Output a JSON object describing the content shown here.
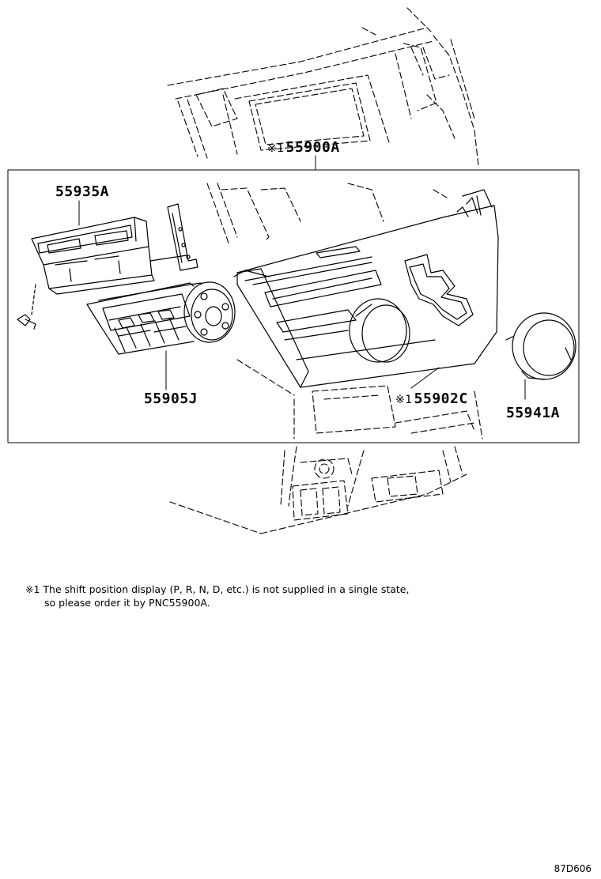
{
  "parts": {
    "assembly": {
      "mark": "※1",
      "number": "55900A"
    },
    "display": {
      "number": "55935A"
    },
    "control_panel": {
      "number": "55905J"
    },
    "bezel": {
      "mark": "※1",
      "number": "55902C"
    },
    "ring": {
      "number": "55941A"
    }
  },
  "footnote": {
    "mark": "※1",
    "line1": "The shift position display (P, R, N, D, etc.) is not supplied in a single state,",
    "line2": "so please order it by PNC55900A."
  },
  "diagram_code": "87D606"
}
